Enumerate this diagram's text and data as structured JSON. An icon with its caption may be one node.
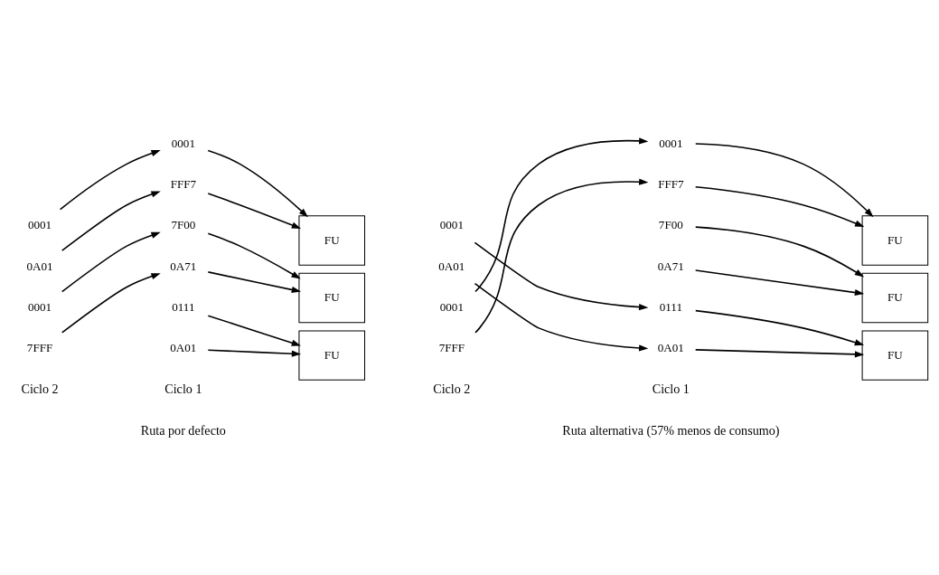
{
  "diagram": {
    "nodes": [
      {
        "text": [
          "0001"
        ]
      },
      {
        "text": [
          "0A01"
        ]
      },
      {
        "text": [
          "0001"
        ]
      },
      {
        "text": [
          "7FFF"
        ]
      },
      {
        "text": [
          "0001"
        ]
      },
      {
        "text": [
          "FFF7"
        ]
      },
      {
        "text": [
          "7F00"
        ]
      },
      {
        "text": [
          "0A71"
        ]
      },
      {
        "text": [
          "0111"
        ]
      },
      {
        "text": [
          "0A01"
        ]
      },
      {
        "text": [
          "FU"
        ]
      },
      {
        "text": [
          "FU"
        ]
      },
      {
        "text": [
          "FU"
        ]
      },
      {
        "text": [
          "0001"
        ]
      },
      {
        "text": [
          "0A01"
        ]
      },
      {
        "text": [
          "0001"
        ]
      },
      {
        "text": [
          "7FFF"
        ]
      },
      {
        "text": [
          "0001"
        ]
      },
      {
        "text": [
          "FFF7"
        ]
      },
      {
        "text": [
          "7F00"
        ]
      },
      {
        "text": [
          "0A71"
        ]
      },
      {
        "text": [
          "0111"
        ]
      },
      {
        "text": [
          "0A01"
        ]
      },
      {
        "text": [
          "FU"
        ]
      },
      {
        "text": [
          "FU"
        ]
      },
      {
        "text": [
          "FU"
        ]
      }
    ],
    "edges": [
      {
        "from": 0,
        "to": 4,
        "arrow": "to"
      },
      {
        "from": 1,
        "to": 5,
        "arrow": "to"
      },
      {
        "from": 2,
        "to": 6,
        "arrow": "to"
      },
      {
        "from": 3,
        "to": 7,
        "arrow": "to"
      },
      {
        "from": 4,
        "to": 10,
        "arrow": "to"
      },
      {
        "from": 5,
        "to": 10,
        "arrow": "to"
      },
      {
        "from": 6,
        "to": 11,
        "arrow": "to"
      },
      {
        "from": 7,
        "to": 11,
        "arrow": "to"
      },
      {
        "from": 8,
        "to": 12,
        "arrow": "to"
      },
      {
        "from": 9,
        "to": 12,
        "arrow": "to"
      },
      {
        "from": 13,
        "to": 21,
        "arrow": "to"
      },
      {
        "from": 14,
        "to": 22,
        "arrow": "to"
      },
      {
        "from": 15,
        "to": 17,
        "arrow": "to"
      },
      {
        "from": 16,
        "to": 18,
        "arrow": "to"
      },
      {
        "from": 17,
        "to": 23,
        "arrow": "to"
      },
      {
        "from": 18,
        "to": 23,
        "arrow": "to"
      },
      {
        "from": 19,
        "to": 24,
        "arrow": "to"
      },
      {
        "from": 20,
        "to": 24,
        "arrow": "to"
      },
      {
        "from": 21,
        "to": 25,
        "arrow": "to"
      },
      {
        "from": 22,
        "to": 25,
        "arrow": "to"
      }
    ],
    "labels": [
      "Ciclo 2",
      "Ciclo 1",
      "Ciclo 2",
      "Ciclo 1",
      "Ruta por defecto",
      "Ruta alternativa (57% menos de consumo)"
    ]
  }
}
